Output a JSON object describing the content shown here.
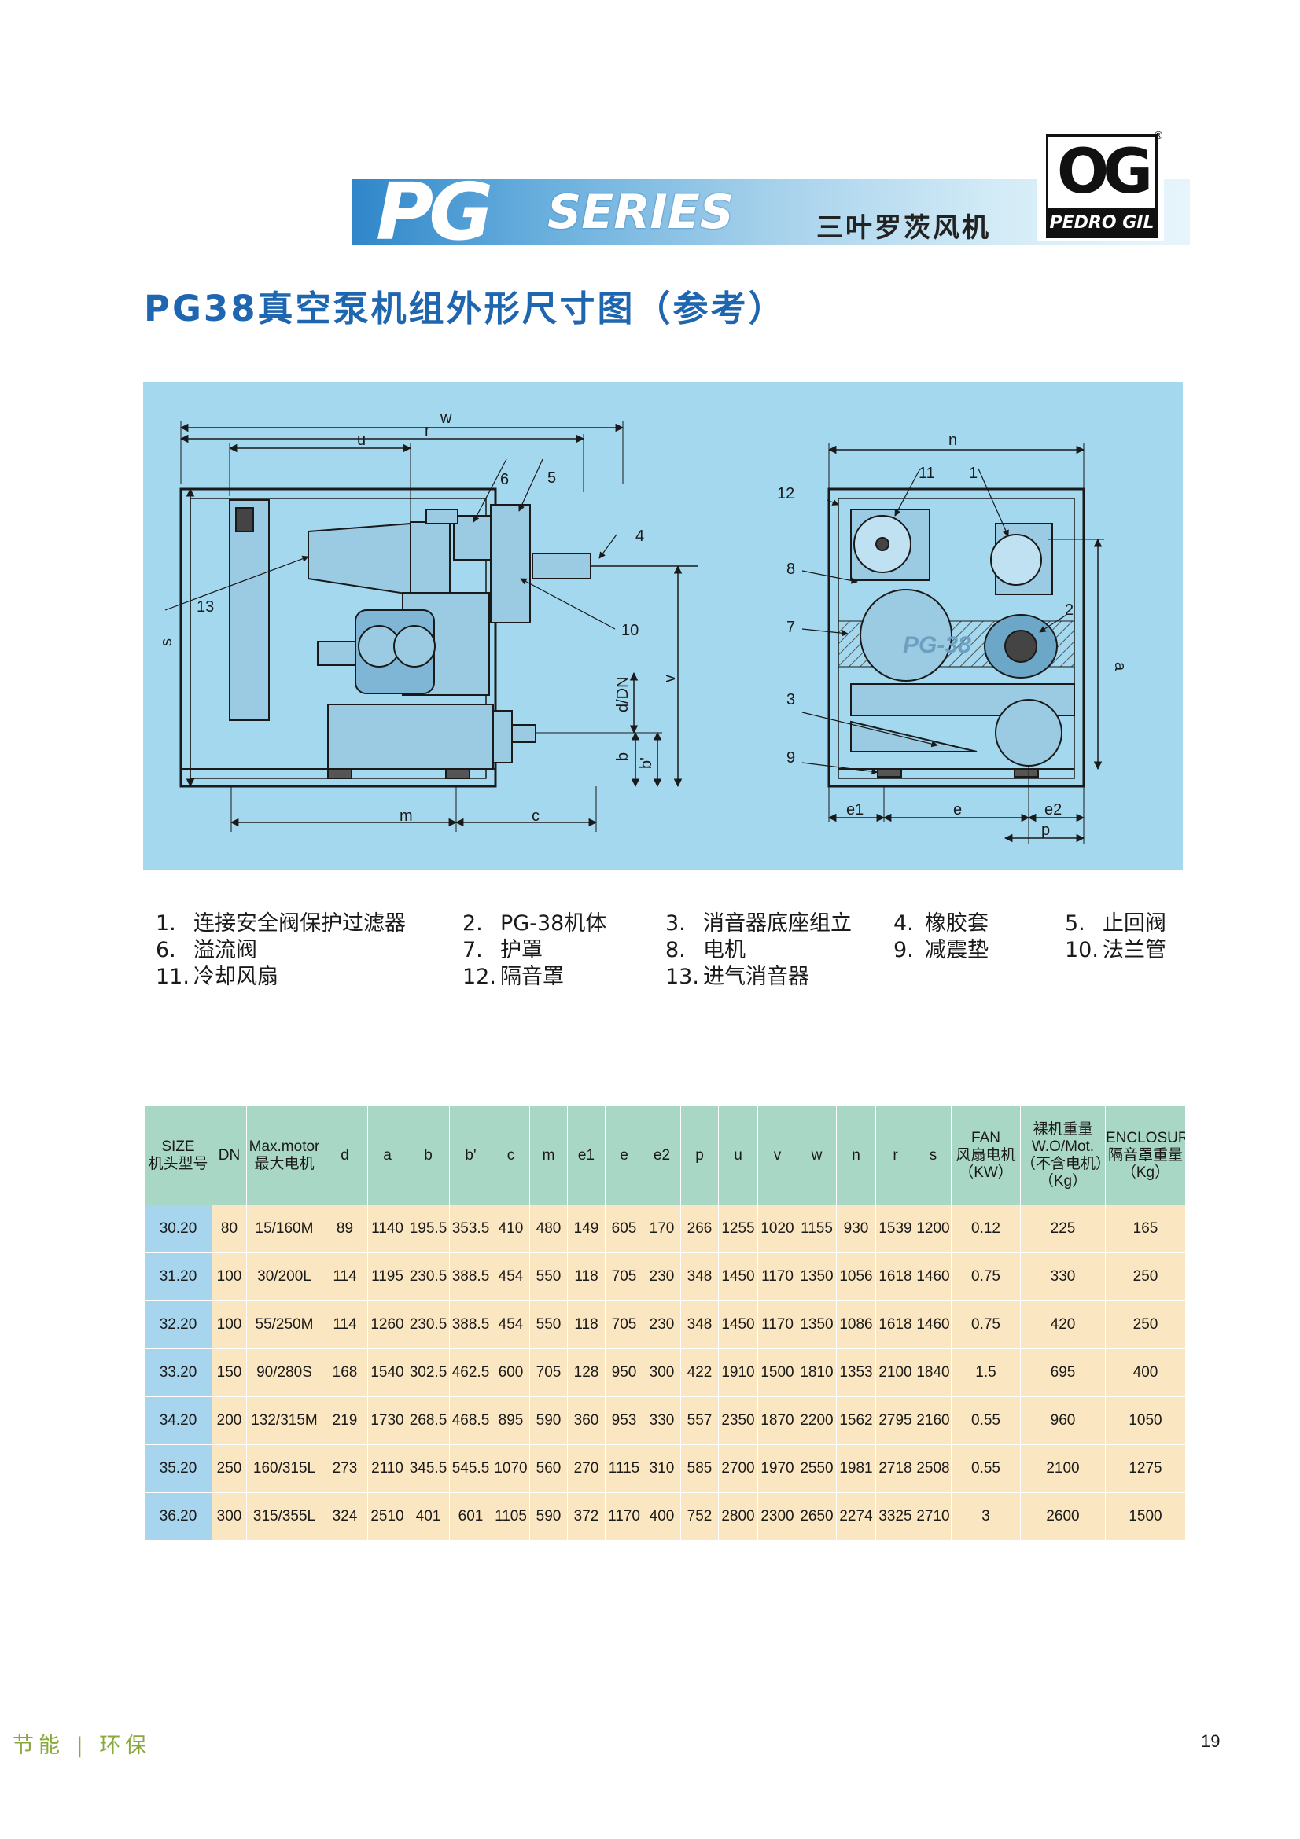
{
  "header": {
    "series_pg": "PG",
    "series_word": "SERIES",
    "series_cn": "三叶罗茨风机",
    "logo_mark": "OG",
    "logo_reg": "®",
    "logo_name": "PEDRO GIL"
  },
  "title": "PG38真空泵机组外形尺寸图（参考）",
  "drawing_labels": {
    "w": "w",
    "r": "r",
    "u": "u",
    "n": "n",
    "s": "s",
    "v": "v",
    "a": "a",
    "dDN": "d/DN",
    "b": "b",
    "bp": "b'",
    "m": "m",
    "c": "c",
    "e1": "e1",
    "e": "e",
    "e2": "e2",
    "p": "p",
    "c1": "1",
    "c2": "2",
    "c3": "3",
    "c4": "4",
    "c5": "5",
    "c6": "6",
    "c7": "7",
    "c8": "8",
    "c9": "9",
    "c10": "10",
    "c11": "11",
    "c12": "12",
    "c13": "13",
    "pg_badge": "PG-38"
  },
  "legend": [
    {
      "num": "1.",
      "text": "连接安全阀保护过滤器"
    },
    {
      "num": "2.",
      "text": "PG-38机体"
    },
    {
      "num": "3.",
      "text": "消音器底座组立"
    },
    {
      "num": "4.",
      "text": "橡胶套"
    },
    {
      "num": "5.",
      "text": "止回阀"
    },
    {
      "num": "6.",
      "text": "溢流阀"
    },
    {
      "num": "7.",
      "text": "护罩"
    },
    {
      "num": "8.",
      "text": "电机"
    },
    {
      "num": "9.",
      "text": "减震垫"
    },
    {
      "num": "10.",
      "text": "法兰管"
    },
    {
      "num": "11.",
      "text": "冷却风扇"
    },
    {
      "num": "12.",
      "text": "隔音罩"
    },
    {
      "num": "13.",
      "text": "进气消音器"
    }
  ],
  "table": {
    "headers": [
      {
        "l1": "SIZE",
        "l2": "机头型号"
      },
      {
        "l1": "DN"
      },
      {
        "l1": "Max.motor",
        "l2": "最大电机"
      },
      {
        "l1": "d"
      },
      {
        "l1": "a"
      },
      {
        "l1": "b"
      },
      {
        "l1": "b'"
      },
      {
        "l1": "c"
      },
      {
        "l1": "m"
      },
      {
        "l1": "e1"
      },
      {
        "l1": "e"
      },
      {
        "l1": "e2"
      },
      {
        "l1": "p"
      },
      {
        "l1": "u"
      },
      {
        "l1": "v"
      },
      {
        "l1": "w"
      },
      {
        "l1": "n"
      },
      {
        "l1": "r"
      },
      {
        "l1": "s"
      },
      {
        "l1": "FAN",
        "l2": "风扇电机",
        "l3": "（KW）"
      },
      {
        "l1": "裸机重量",
        "l2": "W.O/Mot.",
        "l3": "（不含电机）",
        "l4": "（Kg）"
      },
      {
        "l1": "ENCLOSURE",
        "l2": "隔音罩重量",
        "l3": "（Kg）"
      }
    ],
    "rows": [
      [
        "30.20",
        "80",
        "15/160M",
        "89",
        "1140",
        "195.5",
        "353.5",
        "410",
        "480",
        "149",
        "605",
        "170",
        "266",
        "1255",
        "1020",
        "1155",
        "930",
        "1539",
        "1200",
        "0.12",
        "225",
        "165"
      ],
      [
        "31.20",
        "100",
        "30/200L",
        "114",
        "1195",
        "230.5",
        "388.5",
        "454",
        "550",
        "118",
        "705",
        "230",
        "348",
        "1450",
        "1170",
        "1350",
        "1056",
        "1618",
        "1460",
        "0.75",
        "330",
        "250"
      ],
      [
        "32.20",
        "100",
        "55/250M",
        "114",
        "1260",
        "230.5",
        "388.5",
        "454",
        "550",
        "118",
        "705",
        "230",
        "348",
        "1450",
        "1170",
        "1350",
        "1086",
        "1618",
        "1460",
        "0.75",
        "420",
        "250"
      ],
      [
        "33.20",
        "150",
        "90/280S",
        "168",
        "1540",
        "302.5",
        "462.5",
        "600",
        "705",
        "128",
        "950",
        "300",
        "422",
        "1910",
        "1500",
        "1810",
        "1353",
        "2100",
        "1840",
        "1.5",
        "695",
        "400"
      ],
      [
        "34.20",
        "200",
        "132/315M",
        "219",
        "1730",
        "268.5",
        "468.5",
        "895",
        "590",
        "360",
        "953",
        "330",
        "557",
        "2350",
        "1870",
        "2200",
        "1562",
        "2795",
        "2160",
        "0.55",
        "960",
        "1050"
      ],
      [
        "35.20",
        "250",
        "160/315L",
        "273",
        "2110",
        "345.5",
        "545.5",
        "1070",
        "560",
        "270",
        "1115",
        "310",
        "585",
        "2700",
        "1970",
        "2550",
        "1981",
        "2718",
        "2508",
        "0.55",
        "2100",
        "1275"
      ],
      [
        "36.20",
        "300",
        "315/355L",
        "324",
        "2510",
        "401",
        "601",
        "1105",
        "590",
        "372",
        "1170",
        "400",
        "752",
        "2800",
        "2300",
        "2650",
        "2274",
        "3325",
        "2710",
        "3",
        "2600",
        "1500"
      ]
    ]
  },
  "footer": {
    "left": "节能 | 环保",
    "page": "19"
  }
}
